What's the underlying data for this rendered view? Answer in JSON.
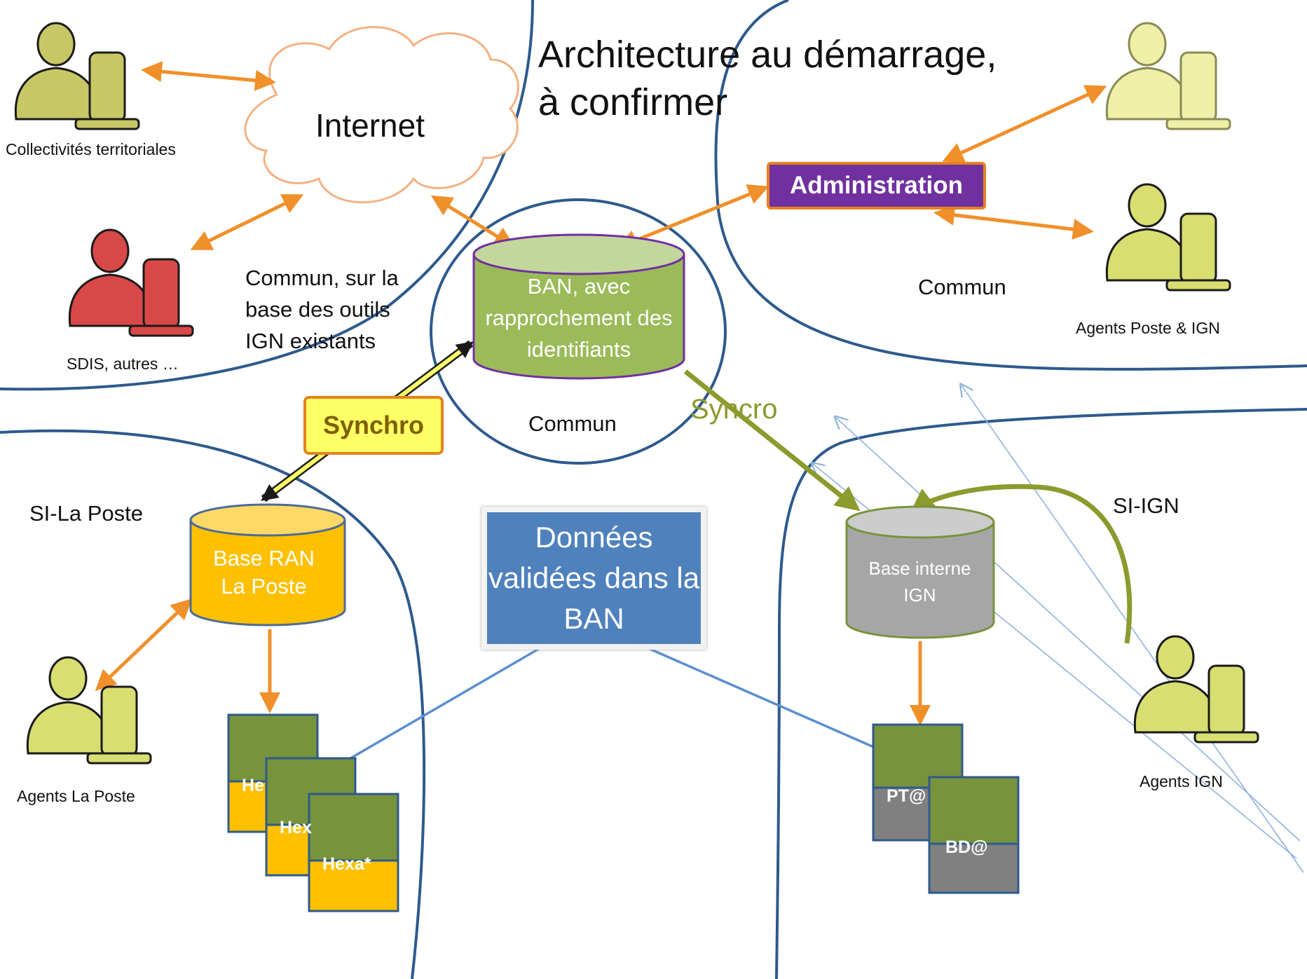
{
  "title_line1": "Architecture au démarrage,",
  "title_line2": "à confirmer",
  "cloud_label": "Internet",
  "captions": {
    "collectivites": "Collectivités territoriales",
    "sdis": "SDIS, autres …",
    "agents_poste_ign": "Agents Poste & IGN",
    "agents_la_poste": "Agents La Poste",
    "agents_ign": "Agents IGN"
  },
  "zones": {
    "commun_outils": "Commun, sur la base des outils IGN existants",
    "commun_admin": "Commun",
    "commun_center": "Commun",
    "si_la_poste": "SI-La Poste",
    "si_ign": "SI-IGN"
  },
  "databases": {
    "ban": "BAN, avec rapprochement des identifiants",
    "ran_line1": "Base RAN",
    "ran_line2": "La Poste",
    "ign_line1": "Base interne",
    "ign_line2": "IGN"
  },
  "boxes": {
    "administration": "Administration",
    "synchro": "Synchro",
    "syncro": "Syncro",
    "donnees": "Données validées dans la BAN"
  },
  "products": {
    "hexa_a": "He",
    "hexa_b": "Hex",
    "hexa_c": "Hexa*",
    "pta": "PT@",
    "bda": "BD@"
  },
  "colors": {
    "orange_arrow": "#f0902a",
    "olive_arrow": "#8c9a2e",
    "blue_line": "#2e5a8c",
    "thin_blue": "#8fb3dc",
    "purple_box": "#7030a0",
    "green_db": "#9bbb59",
    "yellow_db": "#ffc000",
    "gray_db": "#a6a6a6",
    "product_green": "#77933c",
    "product_gold": "#ffc000",
    "product_gray": "#808080"
  }
}
